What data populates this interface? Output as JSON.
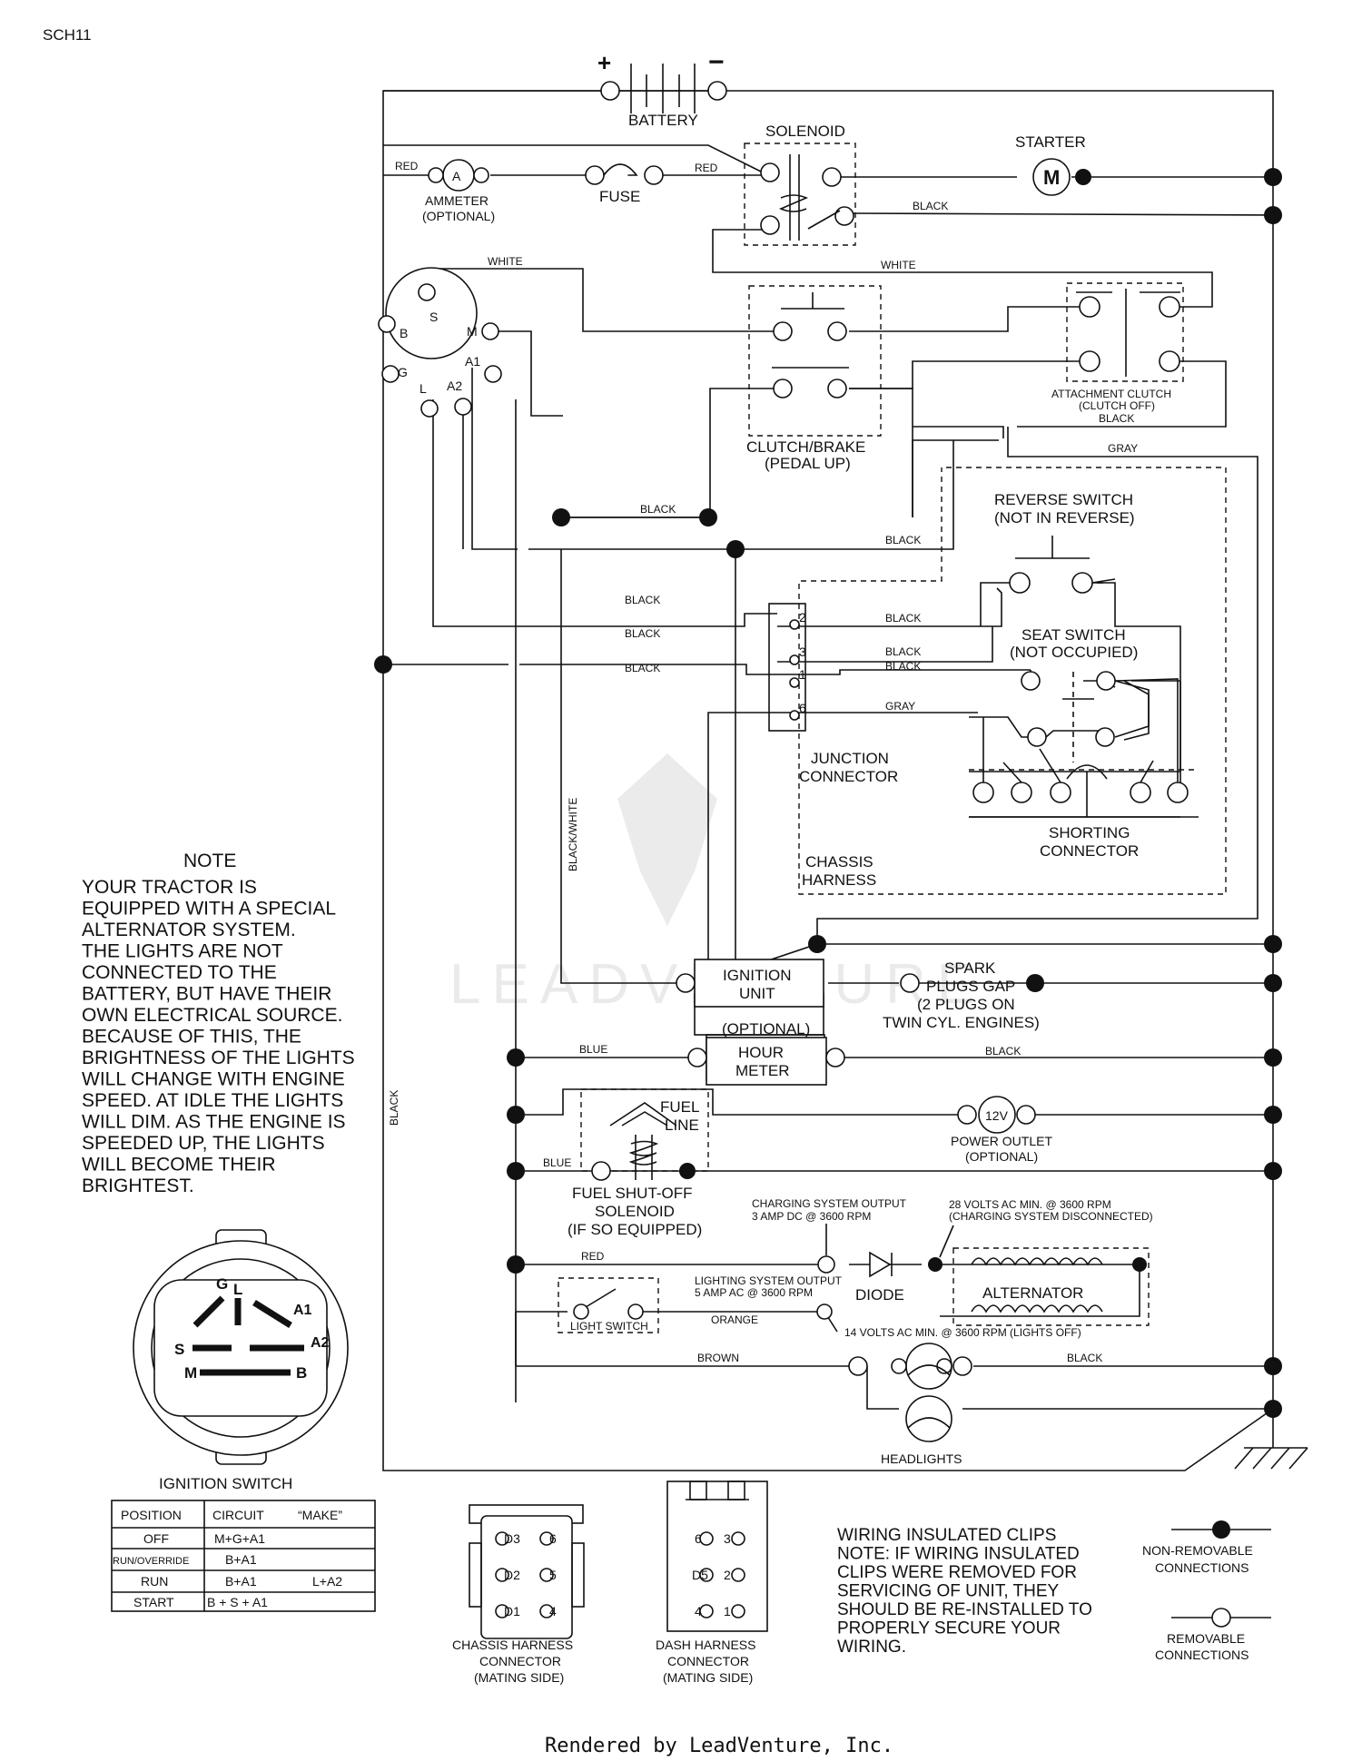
{
  "page_id": "SCH11",
  "footer": "Rendered by LeadVenture, Inc.",
  "watermark": "LEADVENTURE",
  "components": {
    "battery": "BATTERY",
    "battery_plus": "+",
    "battery_minus": "−",
    "solenoid": "SOLENOID",
    "starter": "STARTER",
    "starter_symbol": "M",
    "ammeter_symbol": "A",
    "ammeter_line1": "AMMETER",
    "ammeter_line2": "(OPTIONAL)",
    "fuse": "FUSE",
    "clutch_brake_1": "CLUTCH/BRAKE",
    "clutch_brake_2": "(PEDAL UP)",
    "attachment_clutch_1": "ATTACHMENT CLUTCH",
    "attachment_clutch_2": "(CLUTCH OFF)",
    "reverse_switch_1": "REVERSE SWITCH",
    "reverse_switch_2": "(NOT IN REVERSE)",
    "seat_switch_1": "SEAT SWITCH",
    "seat_switch_2": "(NOT OCCUPIED)",
    "junction_1": "JUNCTION",
    "junction_2": "CONNECTOR",
    "shorting_1": "SHORTING",
    "shorting_2": "CONNECTOR",
    "chassis_1": "CHASSIS",
    "chassis_2": "HARNESS",
    "ignition_unit_1": "IGNITION",
    "ignition_unit_2": "UNIT",
    "spark_1": "SPARK",
    "spark_2": "PLUGS GAP",
    "spark_3": "(2 PLUGS ON",
    "spark_4": "TWIN CYL. ENGINES)",
    "hour_optional": "(OPTIONAL)",
    "hour_1": "HOUR",
    "hour_2": "METER",
    "fuel_line_1": "FUEL",
    "fuel_line_2": "LINE",
    "fuel_sol_1": "FUEL SHUT-OFF",
    "fuel_sol_2": "SOLENOID",
    "fuel_sol_3": "(IF SO EQUIPPED)",
    "power_symbol": "12V",
    "power_1": "POWER OUTLET",
    "power_2": "(OPTIONAL)",
    "charge_out_1": "CHARGING SYSTEM OUTPUT",
    "charge_out_2": "3 AMP DC @ 3600 RPM",
    "charge_ac_1": "28 VOLTS AC MIN. @ 3600 RPM",
    "charge_ac_2": "(CHARGING SYSTEM DISCONNECTED)",
    "light_out_1": "LIGHTING SYSTEM OUTPUT",
    "light_out_2": "5 AMP AC @ 3600 RPM",
    "diode": "DIODE",
    "alternator": "ALTERNATOR",
    "light_switch": "LIGHT SWITCH",
    "lights_ac": "14 VOLTS AC MIN. @ 3600 RPM (LIGHTS OFF)",
    "headlights": "HEADLIGHTS"
  },
  "terminals": {
    "B": "B",
    "S": "S",
    "M": "M",
    "G": "G",
    "L": "L",
    "A1": "A1",
    "A2": "A2",
    "j2": "2",
    "j3": "3",
    "j1": "1",
    "j6": "6"
  },
  "wires": {
    "red": "RED",
    "black": "BLACK",
    "white": "WHITE",
    "gray": "GRAY",
    "blue": "BLUE",
    "orange": "ORANGE",
    "brown": "BROWN",
    "black_white": "BLACK/WHITE"
  },
  "note": {
    "title": "NOTE",
    "lines": [
      "YOUR TRACTOR IS",
      "EQUIPPED WITH A SPECIAL",
      "ALTERNATOR SYSTEM.",
      "THE LIGHTS ARE NOT",
      "CONNECTED TO THE",
      "BATTERY, BUT HAVE THEIR",
      "OWN ELECTRICAL SOURCE.",
      "BECAUSE OF THIS, THE",
      "BRIGHTNESS OF THE LIGHTS",
      "WILL CHANGE WITH ENGINE",
      "SPEED.  AT IDLE THE LIGHTS",
      "WILL DIM.  AS THE ENGINE IS",
      "SPEEDED UP, THE LIGHTS",
      "WILL BECOME THEIR",
      "BRIGHTEST."
    ]
  },
  "ignition_switch": {
    "title": "IGNITION SWITCH",
    "labels": {
      "G": "G",
      "L": "L",
      "A1": "A1",
      "S": "S",
      "A2": "A2",
      "M": "M",
      "B": "B"
    },
    "headers": [
      "POSITION",
      "CIRCUIT",
      "“MAKE”"
    ],
    "rows": [
      [
        "OFF",
        "M+G+A1",
        ""
      ],
      [
        "RUN/OVERRIDE",
        "B+A1",
        ""
      ],
      [
        "RUN",
        "B+A1",
        "L+A2"
      ],
      [
        "START",
        "B + S + A1",
        ""
      ]
    ]
  },
  "chassis_connector": {
    "pins": [
      "D3",
      "6",
      "D2",
      "5",
      "D1",
      "4"
    ],
    "label": [
      "CHASSIS HARNESS",
      "CONNECTOR",
      "(MATING SIDE)"
    ]
  },
  "dash_connector": {
    "pins": [
      "6",
      "3",
      "D5",
      "2",
      "4",
      "1"
    ],
    "label": [
      "DASH HARNESS",
      "CONNECTOR",
      "(MATING SIDE)"
    ]
  },
  "clips_note": [
    "WIRING INSULATED CLIPS",
    "NOTE: IF WIRING INSULATED",
    "CLIPS WERE REMOVED FOR",
    "SERVICING OF UNIT, THEY",
    "SHOULD BE RE-INSTALLED TO",
    "PROPERLY SECURE YOUR",
    "WIRING."
  ],
  "legend": {
    "non_removable": [
      "NON-REMOVABLE",
      "CONNECTIONS"
    ],
    "removable": [
      "REMOVABLE",
      "CONNECTIONS"
    ]
  }
}
